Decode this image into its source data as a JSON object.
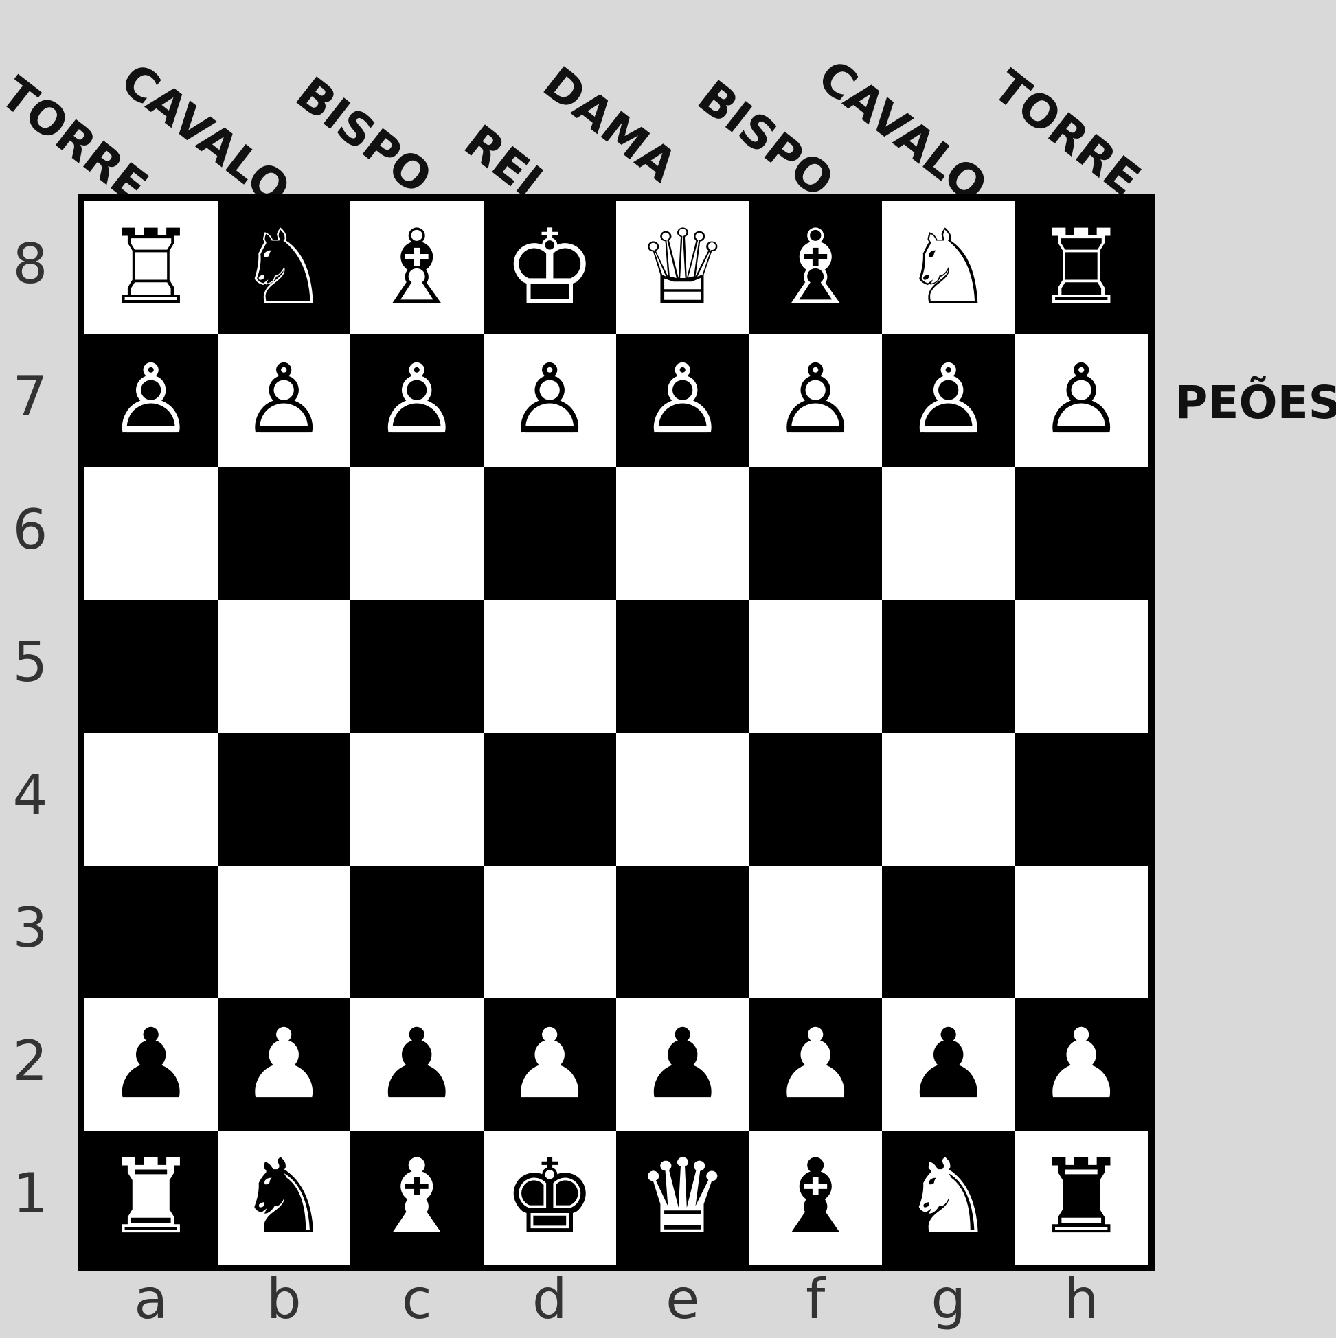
{
  "top_labels": [
    "TORRE",
    "CAVALO",
    "BISPO",
    "REI",
    "DAMA",
    "BISPO",
    "CAVALO",
    "TORRE"
  ],
  "side_label": "PEÕES",
  "ranks": [
    "8",
    "7",
    "6",
    "5",
    "4",
    "3",
    "2",
    "1"
  ],
  "files": [
    "a",
    "b",
    "c",
    "d",
    "e",
    "f",
    "g",
    "h"
  ],
  "colors": {
    "background": "#d9d9d9",
    "light_square": "#ffffff",
    "dark_square": "#000000"
  },
  "rows": [
    [
      {
        "piece": "rook-icon",
        "glyph": "♖"
      },
      {
        "piece": "knight-icon",
        "glyph": "♘"
      },
      {
        "piece": "bishop-icon",
        "glyph": "♗"
      },
      {
        "piece": "king-icon",
        "glyph": "♔"
      },
      {
        "piece": "queen-icon",
        "glyph": "♕"
      },
      {
        "piece": "bishop-icon",
        "glyph": "♗"
      },
      {
        "piece": "knight-icon",
        "glyph": "♘"
      },
      {
        "piece": "rook-icon",
        "glyph": "♖"
      }
    ],
    [
      {
        "piece": "pawn-icon",
        "glyph": "♙"
      },
      {
        "piece": "pawn-icon",
        "glyph": "♙"
      },
      {
        "piece": "pawn-icon",
        "glyph": "♙"
      },
      {
        "piece": "pawn-icon",
        "glyph": "♙"
      },
      {
        "piece": "pawn-icon",
        "glyph": "♙"
      },
      {
        "piece": "pawn-icon",
        "glyph": "♙"
      },
      {
        "piece": "pawn-icon",
        "glyph": "♙"
      },
      {
        "piece": "pawn-icon",
        "glyph": "♙"
      }
    ],
    [
      null,
      null,
      null,
      null,
      null,
      null,
      null,
      null
    ],
    [
      null,
      null,
      null,
      null,
      null,
      null,
      null,
      null
    ],
    [
      null,
      null,
      null,
      null,
      null,
      null,
      null,
      null
    ],
    [
      null,
      null,
      null,
      null,
      null,
      null,
      null,
      null
    ],
    [
      {
        "piece": "pawn-icon",
        "glyph": "♟"
      },
      {
        "piece": "pawn-icon",
        "glyph": "♟"
      },
      {
        "piece": "pawn-icon",
        "glyph": "♟"
      },
      {
        "piece": "pawn-icon",
        "glyph": "♟"
      },
      {
        "piece": "pawn-icon",
        "glyph": "♟"
      },
      {
        "piece": "pawn-icon",
        "glyph": "♟"
      },
      {
        "piece": "pawn-icon",
        "glyph": "♟"
      },
      {
        "piece": "pawn-icon",
        "glyph": "♟"
      }
    ],
    [
      {
        "piece": "rook-icon",
        "glyph": "♜"
      },
      {
        "piece": "knight-icon",
        "glyph": "♞"
      },
      {
        "piece": "bishop-icon",
        "glyph": "♝"
      },
      {
        "piece": "king-icon",
        "glyph": "♚"
      },
      {
        "piece": "queen-icon",
        "glyph": "♛"
      },
      {
        "piece": "bishop-icon",
        "glyph": "♝"
      },
      {
        "piece": "knight-icon",
        "glyph": "♞"
      },
      {
        "piece": "rook-icon",
        "glyph": "♜"
      }
    ]
  ]
}
